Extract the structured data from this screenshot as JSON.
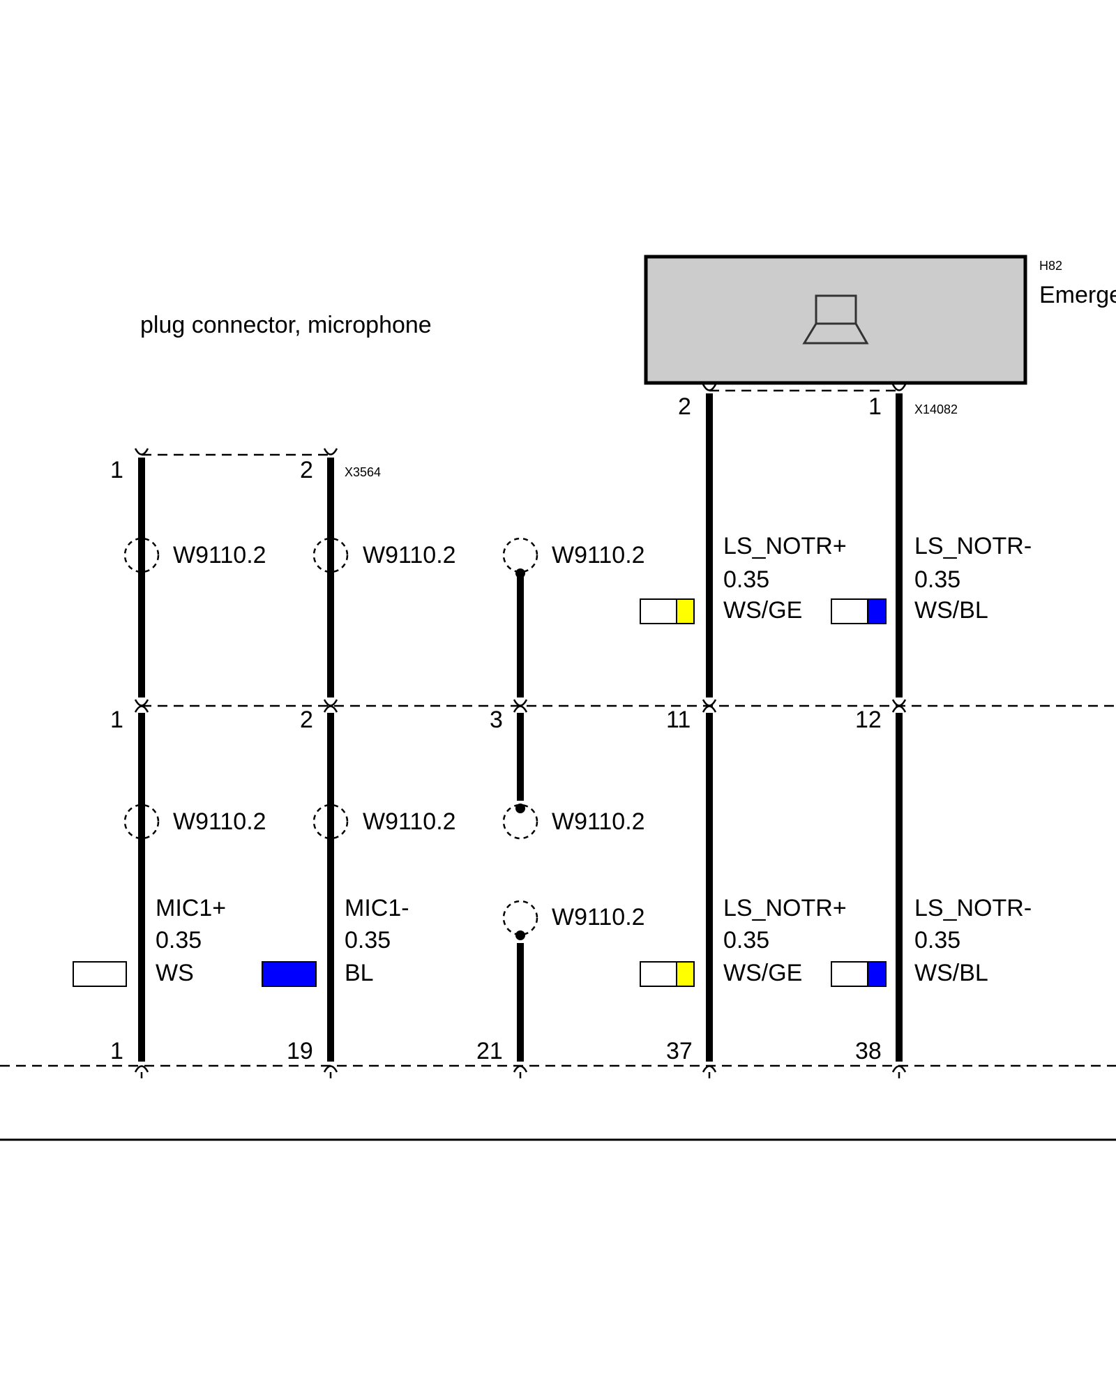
{
  "title": "plug connector, microphone",
  "component": {
    "id": "H82",
    "name": "Emerge",
    "connector": "X14082",
    "pins": [
      "2",
      "1"
    ]
  },
  "mic_connector": {
    "id": "X3564",
    "pins": [
      "1",
      "2"
    ]
  },
  "shield_label": "W9110.2",
  "middle_connector_pins": [
    "1",
    "2",
    "3",
    "11",
    "12"
  ],
  "bottom_connector_pins": [
    "1",
    "19",
    "21",
    "37",
    "38"
  ],
  "upper_wires": [
    {
      "signal": "LS_NOTR+",
      "size": "0.35",
      "color_code": "WS/GE",
      "colors": [
        "#ffffff",
        "#ffff00"
      ]
    },
    {
      "signal": "LS_NOTR-",
      "size": "0.35",
      "color_code": "WS/BL",
      "colors": [
        "#ffffff",
        "#0000ff"
      ]
    }
  ],
  "lower_wires": [
    {
      "signal": "MIC1+",
      "size": "0.35",
      "color_code": "WS",
      "colors": [
        "#ffffff"
      ]
    },
    {
      "signal": "MIC1-",
      "size": "0.35",
      "color_code": "BL",
      "colors": [
        "#0000ff"
      ]
    },
    {
      "signal": "LS_NOTR+",
      "size": "0.35",
      "color_code": "WS/GE",
      "colors": [
        "#ffffff",
        "#ffff00"
      ]
    },
    {
      "signal": "LS_NOTR-",
      "size": "0.35",
      "color_code": "WS/BL",
      "colors": [
        "#ffffff",
        "#0000ff"
      ]
    }
  ],
  "icon": "speaker-icon",
  "box_fill": "#cccccc"
}
